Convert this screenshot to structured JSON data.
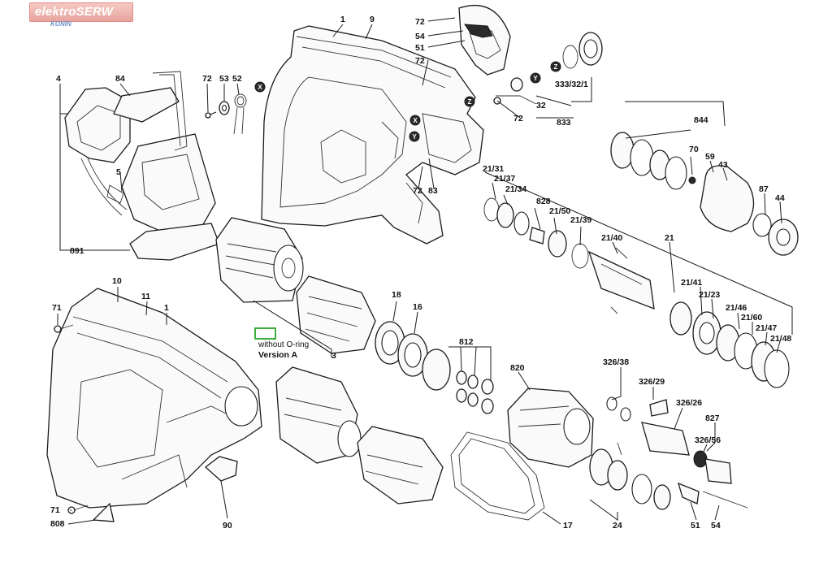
{
  "watermark": {
    "brand": "elektroSERW",
    "city": "KONIN"
  },
  "notes": {
    "without_oring": "without O-ring",
    "version_a": "Version A"
  },
  "markers": [
    "X",
    "X",
    "Y",
    "Y",
    "Z",
    "Z"
  ],
  "labels": [
    "1",
    "9",
    "72",
    "54",
    "51",
    "72",
    "4",
    "84",
    "72",
    "53",
    "52",
    "333/32/1",
    "32",
    "72",
    "833",
    "5",
    "72",
    "83",
    "844",
    "21/31",
    "21/37",
    "21/34",
    "828",
    "21/50",
    "21/39",
    "70",
    "59",
    "43",
    "87",
    "44",
    "21/40",
    "21",
    "891",
    "10",
    "11",
    "1",
    "71",
    "18",
    "16",
    "812",
    "21/41",
    "21/23",
    "21/46",
    "21/60",
    "21/47",
    "21/48",
    "3",
    "820",
    "326/38",
    "326/29",
    "326/26",
    "827",
    "326/56",
    "71",
    "808",
    "90",
    "17",
    "24",
    "51",
    "54"
  ],
  "colors": {
    "logo_fill": "#e7a59e",
    "logo_text": "#ffffff",
    "logo_sub": "#6d8fc9",
    "highlight_box": "#3fae3f"
  }
}
